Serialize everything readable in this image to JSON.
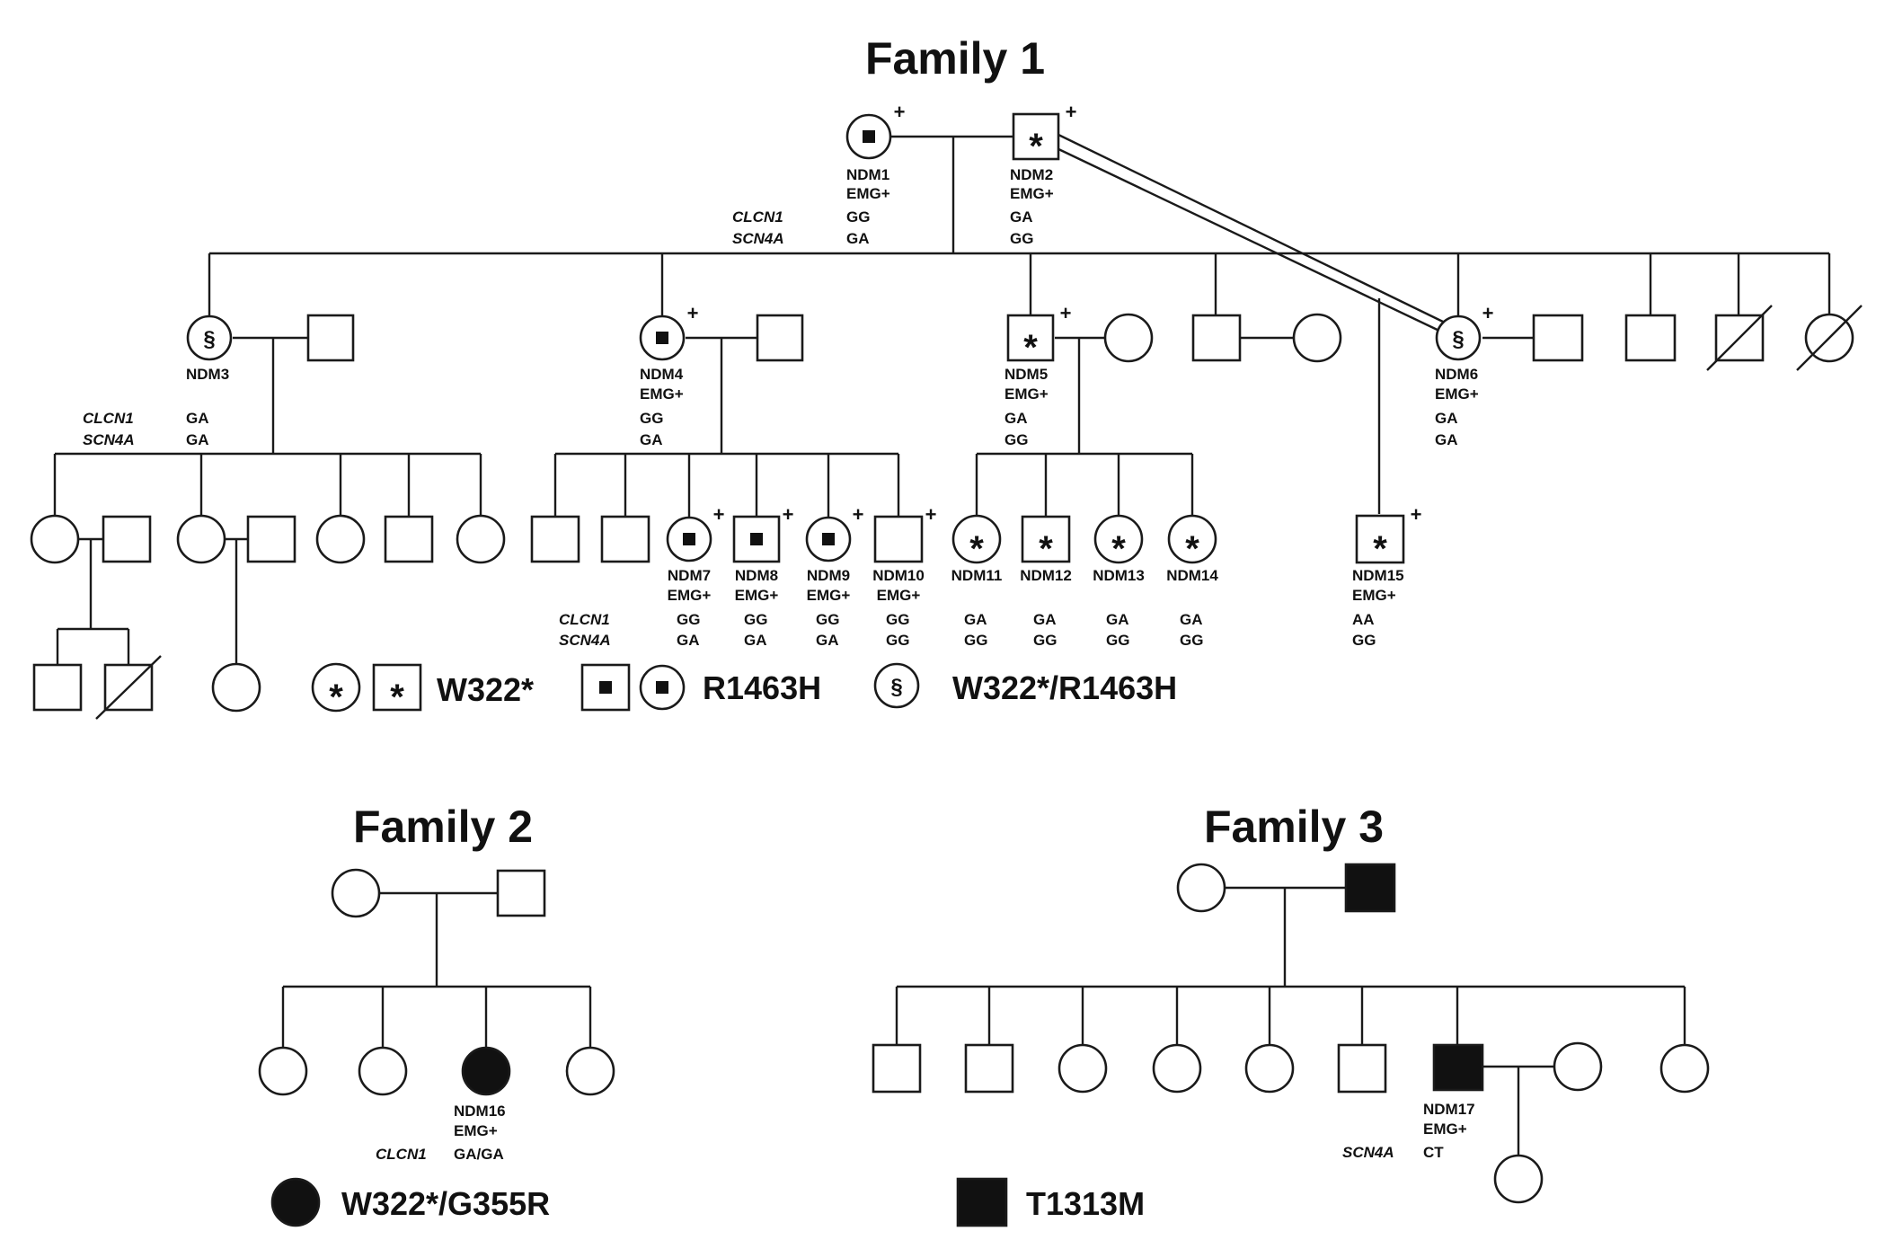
{
  "families": {
    "f1": {
      "title": "Family 1"
    },
    "f2": {
      "title": "Family 2"
    },
    "f3": {
      "title": "Family 3"
    }
  },
  "genes": {
    "clcn1": "CLCN1",
    "scn4a": "SCN4A"
  },
  "plus": "+",
  "marks": {
    "asterisk": "*",
    "section": "§"
  },
  "individuals": {
    "ndm1": {
      "id": "NDM1",
      "emg": "EMG+",
      "clcn1": "GG",
      "scn4a": "GA"
    },
    "ndm2": {
      "id": "NDM2",
      "emg": "EMG+",
      "clcn1": "GA",
      "scn4a": "GG"
    },
    "ndm3": {
      "id": "NDM3",
      "clcn1": "GA",
      "scn4a": "GA"
    },
    "ndm4": {
      "id": "NDM4",
      "emg": "EMG+",
      "clcn1": "GG",
      "scn4a": "GA"
    },
    "ndm5": {
      "id": "NDM5",
      "emg": "EMG+",
      "clcn1": "GA",
      "scn4a": "GG"
    },
    "ndm6": {
      "id": "NDM6",
      "emg": "EMG+",
      "clcn1": "GA",
      "scn4a": "GA"
    },
    "ndm7": {
      "id": "NDM7",
      "emg": "EMG+",
      "clcn1": "GG",
      "scn4a": "GA"
    },
    "ndm8": {
      "id": "NDM8",
      "emg": "EMG+",
      "clcn1": "GG",
      "scn4a": "GA"
    },
    "ndm9": {
      "id": "NDM9",
      "emg": "EMG+",
      "clcn1": "GG",
      "scn4a": "GA"
    },
    "ndm10": {
      "id": "NDM10",
      "emg": "EMG+",
      "clcn1": "GG",
      "scn4a": "GG"
    },
    "ndm11": {
      "id": "NDM11",
      "clcn1": "GA",
      "scn4a": "GG"
    },
    "ndm12": {
      "id": "NDM12",
      "clcn1": "GA",
      "scn4a": "GG"
    },
    "ndm13": {
      "id": "NDM13",
      "clcn1": "GA",
      "scn4a": "GG"
    },
    "ndm14": {
      "id": "NDM14",
      "clcn1": "GA",
      "scn4a": "GG"
    },
    "ndm15": {
      "id": "NDM15",
      "emg": "EMG+",
      "clcn1": "AA",
      "scn4a": "GG"
    },
    "ndm16": {
      "id": "NDM16",
      "emg": "EMG+",
      "clcn1": "GA/GA"
    },
    "ndm17": {
      "id": "NDM17",
      "emg": "EMG+",
      "scn4a": "CT"
    }
  },
  "legend": {
    "w322": "W322*",
    "r1463h": "R1463H",
    "compound": "W322*/R1463H",
    "w322_g355r": "W322*/G355R",
    "t1313m": "T1313M"
  },
  "colors": {
    "ink": "#111111",
    "background": "#ffffff"
  }
}
